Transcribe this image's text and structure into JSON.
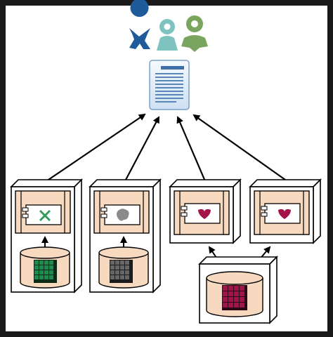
{
  "diagram": {
    "users": [
      {
        "name": "user-blue",
        "color": "#1f5a9b"
      },
      {
        "name": "user-teal",
        "color": "#7ec3c0"
      },
      {
        "name": "user-green",
        "color": "#79a55f"
      }
    ],
    "document": {
      "icon": "document-icon",
      "header_color": "#3f6fa8",
      "paper_color": "#e3eef8"
    },
    "servers": [
      {
        "name": "server-1",
        "component_glyph": "x",
        "glyph_color": "#2e9b58",
        "database_grid_color": "#1f8a4d"
      },
      {
        "name": "server-2",
        "component_glyph": "blob",
        "glyph_color": "#8a8a8a",
        "database_grid_color": "#666666"
      },
      {
        "name": "server-3",
        "component_glyph": "heart",
        "glyph_color": "#a3134a"
      },
      {
        "name": "server-4",
        "component_glyph": "heart",
        "glyph_color": "#a3134a"
      }
    ],
    "shared_database": {
      "grid_color": "#a3134a"
    },
    "colors": {
      "box_fill": "#f7d9c0",
      "box_stroke": "#000000",
      "frame_fill": "#ffffff",
      "arrow": "#000000"
    }
  }
}
